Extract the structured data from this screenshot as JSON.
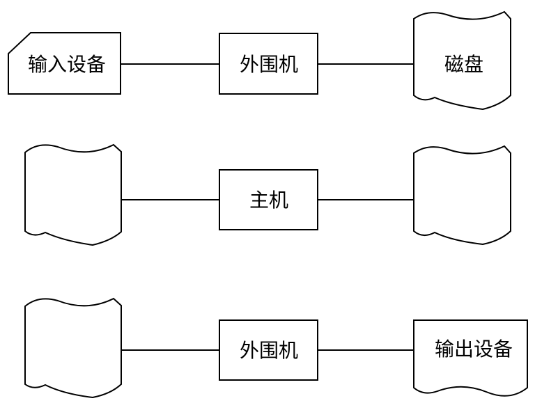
{
  "rows": [
    {
      "left": {
        "type": "manual-input",
        "label": "输入设备"
      },
      "center": {
        "label": "外围机"
      },
      "right": {
        "type": "disk",
        "label": "磁盘"
      }
    },
    {
      "left": {
        "type": "disk",
        "label": ""
      },
      "center": {
        "label": "主机"
      },
      "right": {
        "type": "disk",
        "label": ""
      }
    },
    {
      "left": {
        "type": "disk",
        "label": ""
      },
      "center": {
        "label": "外围机"
      },
      "right": {
        "type": "document",
        "label": "输出设备"
      }
    }
  ]
}
